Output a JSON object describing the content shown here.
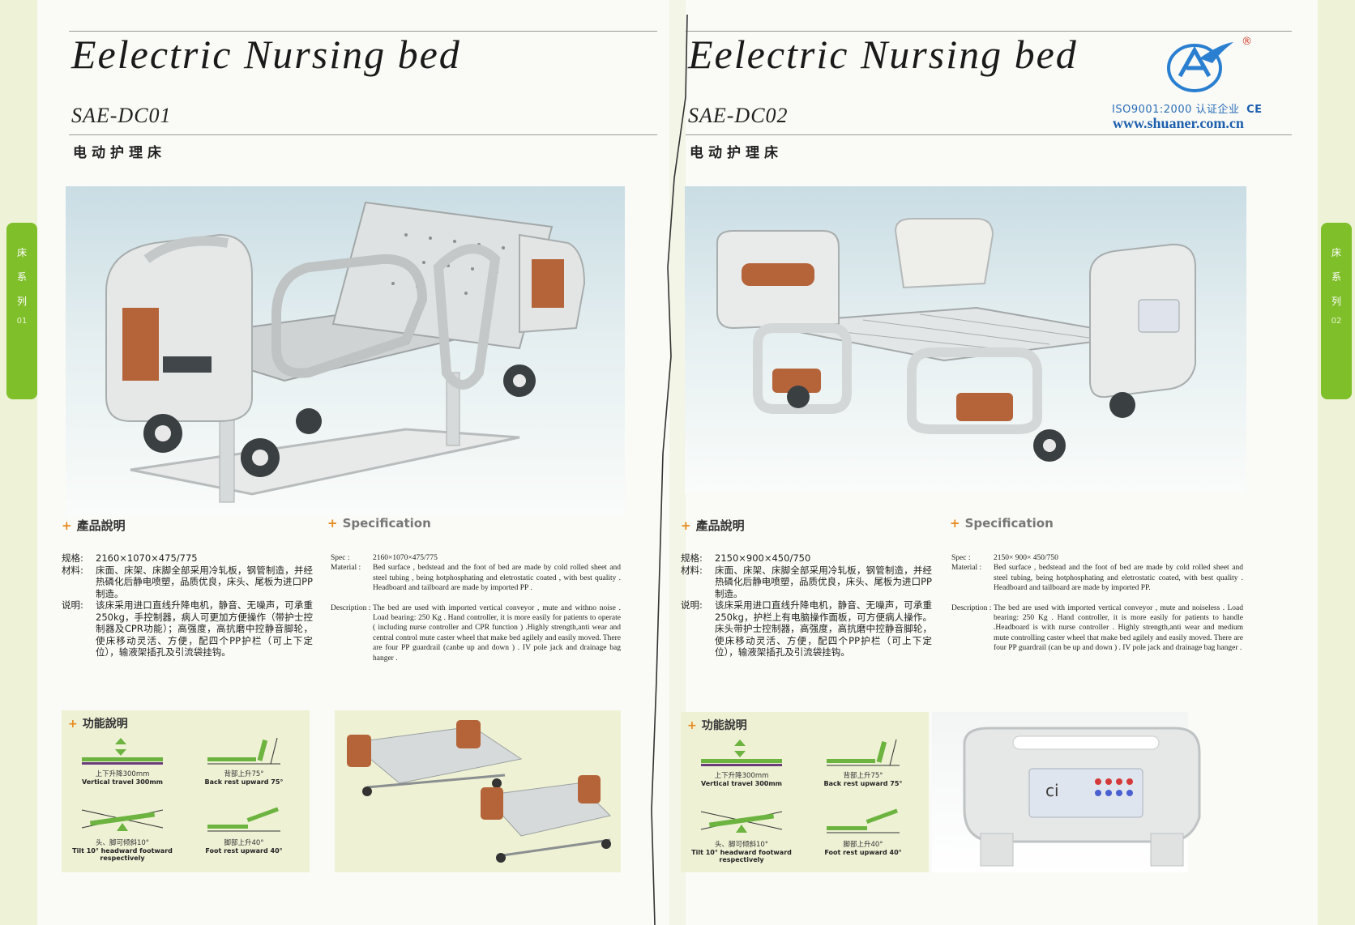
{
  "side_tab": {
    "chars": "床\n系\n列",
    "left_num": "01",
    "right_num": "02"
  },
  "left": {
    "title": "Eelectric Nursing bed",
    "model": "SAE-DC01",
    "cn_title": "电动护理床",
    "product_heading": "產品說明",
    "spec_heading": "Specification",
    "cn_spec_label": "规格:",
    "cn_spec": "2160×1070×475/775",
    "cn_material_label": "材料:",
    "cn_material": "床面、床架、床脚全部采用冷轧板，钢管制造，并经热磷化后静电喷塑，品质优良，床头、尾板为进口PP制造。",
    "cn_desc_label": "说明:",
    "cn_desc": "该床采用进口直线升降电机，静音、无噪声，可承重250kg，手控制器，病人可更加方便操作（带护士控制器及CPR功能）；高强度，高抗磨中控静音脚轮，使床移动灵活、方便，配四个PP护栏（可上下定位），输液架插孔及引流袋挂钩。",
    "en_spec_label": "Spec :",
    "en_spec": "2160×1070×475/775",
    "en_material_label": "Material :",
    "en_material": "Bed surface , bedstead and the foot of bed are made by cold rolled sheet and steel tubing , being hotphosphating and eletrostatic coated , with best quality . Headboard and tailboard are made by imported PP .",
    "en_desc_label": "Description :",
    "en_desc": "The bed are used with imported vertical conveyor , mute and withno noise . Load bearing: 250 Kg . Hand controller, it is more easily for patients to operate ( including nurse controller and CPR function ) .Highly strength,anti wear and central control mute caster wheel that make bed agilely and easily moved. There are four PP guardrail (canbe up and down ) . IV pole jack and drainage bag hanger .",
    "func_heading": "功能說明",
    "func": [
      {
        "cn": "上下升降300mm",
        "en": "Vertical travel 300mm"
      },
      {
        "cn": "背部上升75°",
        "en": "Back rest upward 75°"
      },
      {
        "cn": "头、脚可倾斜10°",
        "en": "Tilt 10° headward footward respectively"
      },
      {
        "cn": "脚部上升40°",
        "en": "Foot rest upward 40°"
      }
    ]
  },
  "right": {
    "title": "Eelectric Nursing bed",
    "model": "SAE-DC02",
    "cn_title": "电动护理床",
    "product_heading": "產品說明",
    "spec_heading": "Specification",
    "cn_spec_label": "规格:",
    "cn_spec": "2150×900×450/750",
    "cn_material_label": "材料:",
    "cn_material": "床面、床架、床脚全部采用冷轧板，钢管制造，并经热磷化后静电喷塑，品质优良，床头、尾板为进口PP制造。",
    "cn_desc_label": "说明:",
    "cn_desc": "该床采用进口直线升降电机，静音、无噪声，可承重250kg，护栏上有电脑操作面板，可方便病人操作。床头带护士控制器，高强度，高抗磨中控静音脚轮，使床移动灵活、方便，配四个PP护栏（可上下定位），输液架插孔及引流袋挂钩。",
    "en_spec_label": "Spec :",
    "en_spec": "2150× 900× 450/750",
    "en_material_label": "Material :",
    "en_material": "Bed surface , bedstead and the foot of bed are made by cold rolled sheet and steel tubing, being hotphosphating and eletrostatic coated, with best quality . Headboard and tailboard are made by imported PP.",
    "en_desc_label": "Description :",
    "en_desc": "The bed are used with imported vertical conveyor , mute and noiseless . Load bearing: 250 Kg . Hand controller, it is more easily for patients to handle .Headboard is with nurse controller . Highly strength,anti wear and medium mute controlling caster wheel that make bed agilely and easily moved. There are four PP guardrail (can be up and down ) . IV pole jack and drainage bag hanger .",
    "func_heading": "功能說明",
    "func": [
      {
        "cn": "上下升降300mm",
        "en": "Vertical travel 300mm"
      },
      {
        "cn": "背部上升75°",
        "en": "Back rest upward 75°"
      },
      {
        "cn": "头、脚可倾斜10°",
        "en": "Tilt 10° headward footward respectively"
      },
      {
        "cn": "脚部上升40°",
        "en": "Foot rest upward 40°"
      }
    ],
    "iso": "ISO9001:2000 认证企业",
    "ce": "CE",
    "website": "www.shuaner.com.cn",
    "registered": "®"
  },
  "colors": {
    "accent_green": "#7fbf2a",
    "plus_orange": "#e8891c",
    "brand_blue": "#1c5fae",
    "panel_wood": "#b5643a"
  }
}
